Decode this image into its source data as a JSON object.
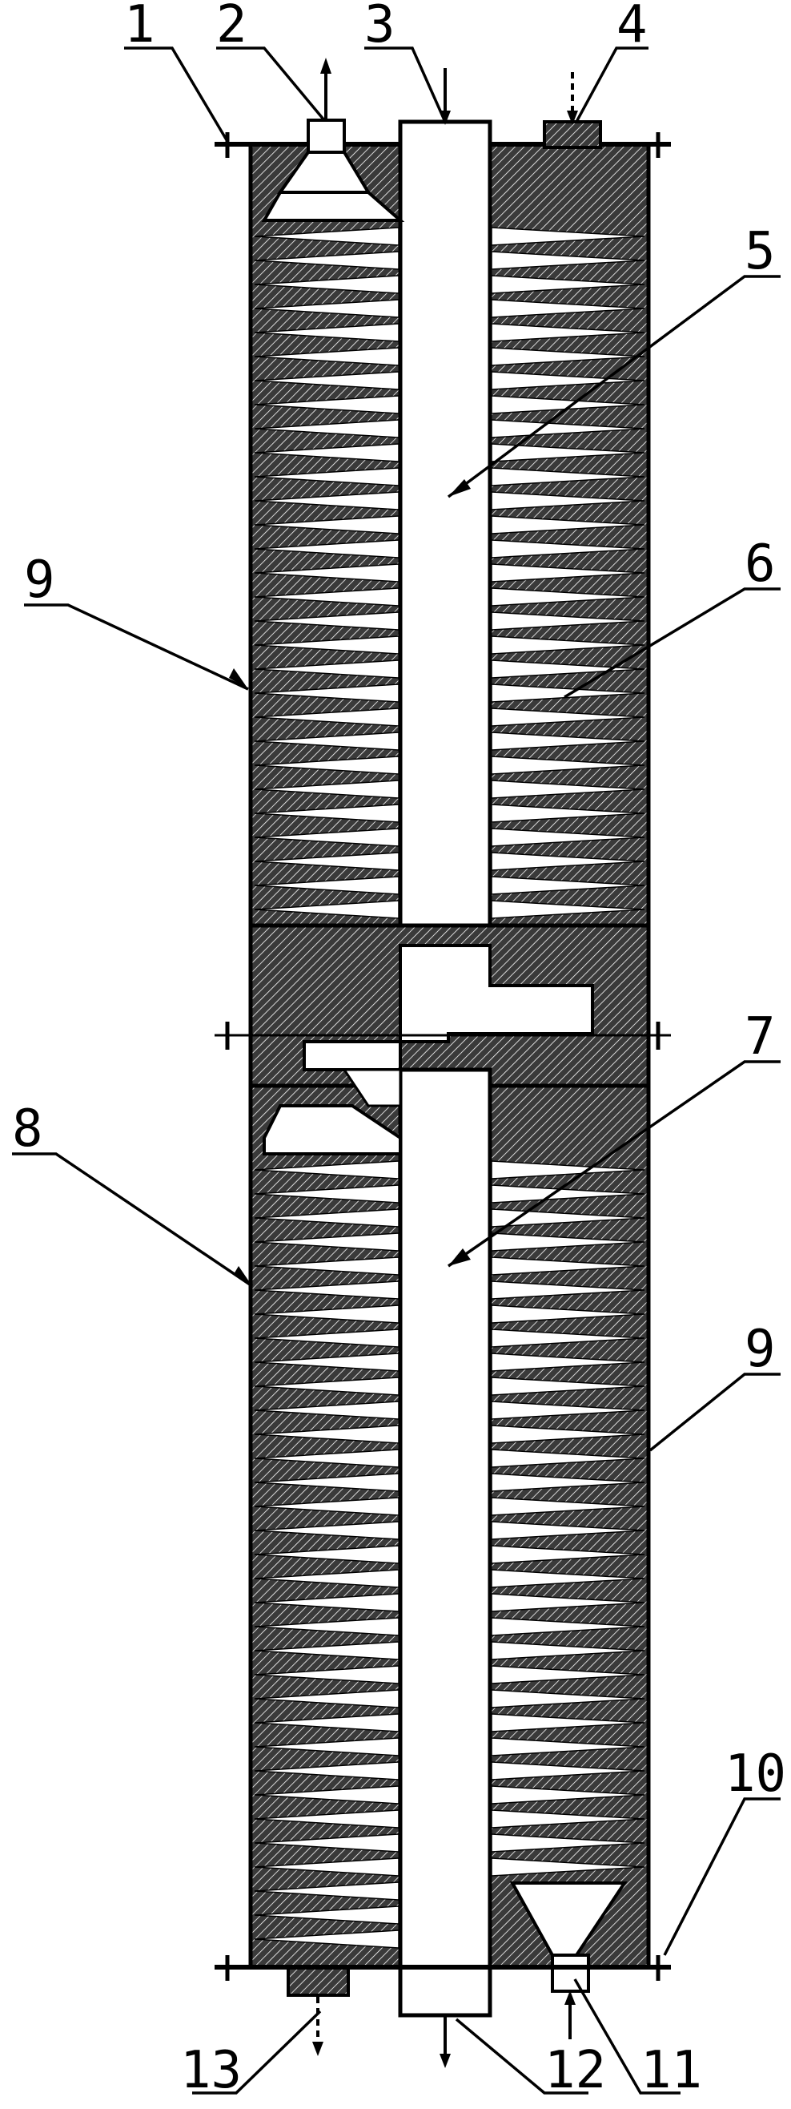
{
  "figure": {
    "description_visible": false,
    "labels": [
      "1",
      "2",
      "3",
      "4",
      "5",
      "6",
      "7",
      "8",
      "9",
      "9",
      "10",
      "11",
      "12",
      "13"
    ],
    "colors": {
      "ink": "#000000",
      "hatch": "#2b2b2b",
      "fill": "#ffffff"
    }
  }
}
